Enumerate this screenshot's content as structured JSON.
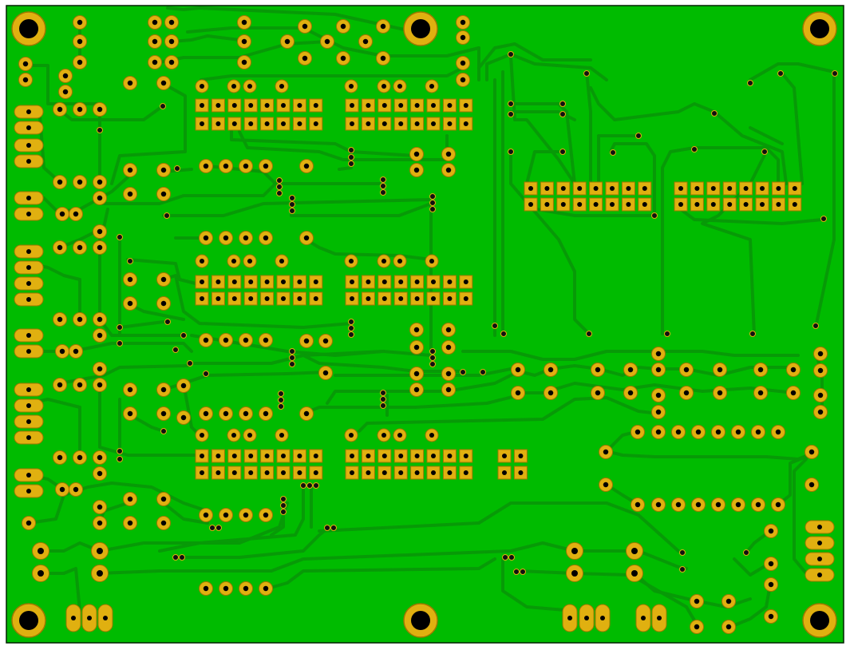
{
  "view": {
    "kind": "pcb-layout",
    "layer": "bottom copper"
  },
  "colors": {
    "background": "#ffffff",
    "board_fill": "#00bb00",
    "board_outline": "#002200",
    "trace": "#079a07",
    "pad_ring": "#e0b010",
    "pad_ring_dark": "#a07800",
    "drill_hole": "#000000",
    "via": "#101010"
  },
  "features": {
    "mounting_holes": 6,
    "header_groups": [
      "left-connectors",
      "ic-socket-rows",
      "right-connector-blocks",
      "bottom-connectors"
    ]
  }
}
